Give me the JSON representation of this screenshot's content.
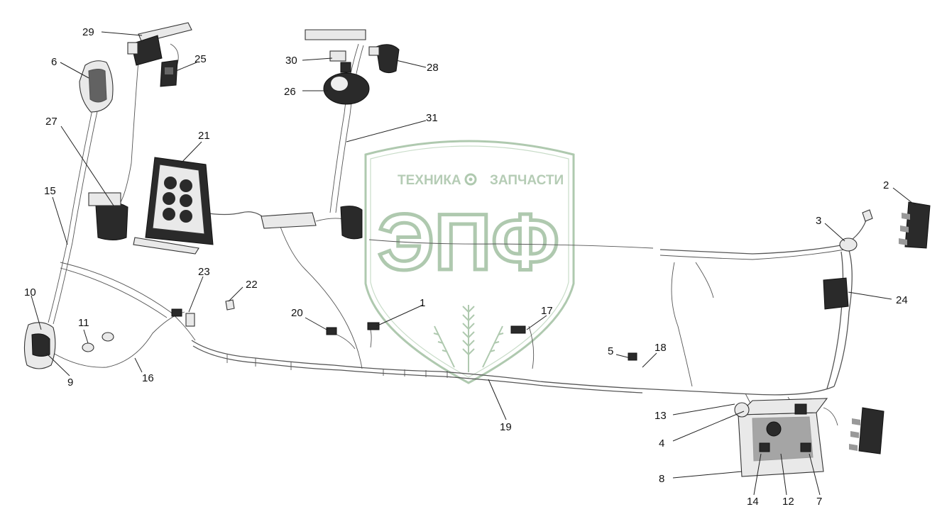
{
  "watermark": {
    "top_left": "ТЕХНИКА",
    "top_right": "ЗАПЧАСТИ",
    "logo": "ЭПФ",
    "color": "#6f9e6f"
  },
  "callouts": [
    "1",
    "2",
    "3",
    "4",
    "5",
    "6",
    "7",
    "8",
    "9",
    "10",
    "11",
    "12",
    "13",
    "14",
    "15",
    "16",
    "17",
    "18",
    "19",
    "20",
    "21",
    "22",
    "23",
    "24",
    "25",
    "26",
    "27",
    "28",
    "29",
    "30",
    "31"
  ]
}
